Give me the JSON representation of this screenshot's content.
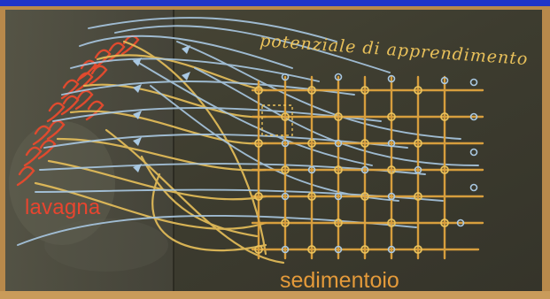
{
  "labels": {
    "lavagna": "lavagna",
    "sedimentoio": "sedimentoio",
    "potenziale": "potenziale di apprendimento"
  },
  "colors": {
    "top_bar": "#1f35c8",
    "board": "#3e3d30",
    "wood": "#b8894b",
    "chalk_red": "#e04a2e",
    "chalk_yellow": "#e8c05a",
    "chalk_blue": "#a9c8e2",
    "label_red": "#e8452f",
    "label_orange": "#e49a3a",
    "label_yellow": "#e8c05a"
  }
}
